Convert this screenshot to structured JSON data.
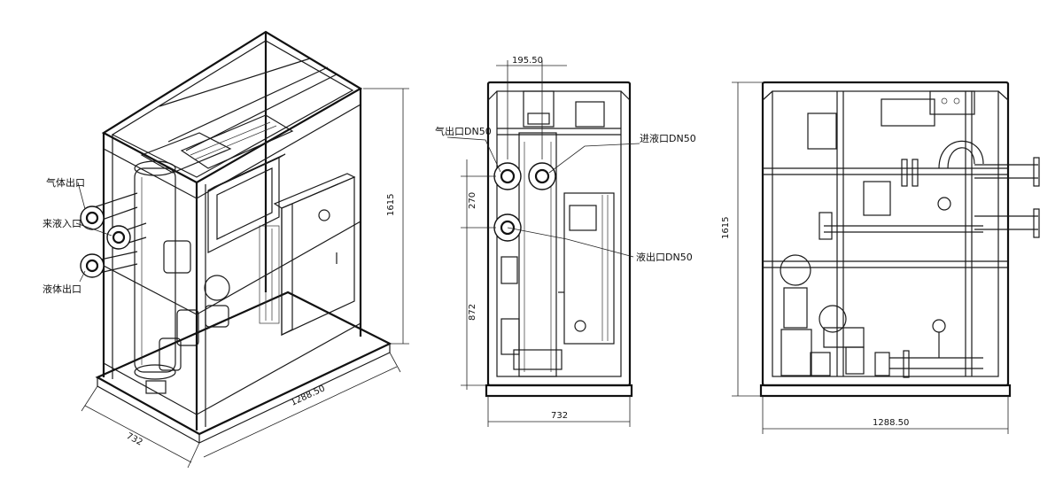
{
  "iso_view": {
    "labels": {
      "gas_outlet": "气体出口",
      "fluid_inlet": "来液入口",
      "liquid_outlet": "液体出口"
    },
    "dims": {
      "depth": "732",
      "width": "1288.50",
      "height": "1615"
    }
  },
  "front_view": {
    "labels": {
      "gas_outlet": "气出口DN50",
      "liquid_inlet": "进液口DN50",
      "liquid_outlet": "液出口DN50"
    },
    "dims": {
      "offset": "195.50",
      "pitch": "270",
      "lower": "872",
      "width": "732"
    }
  },
  "side_view": {
    "dims": {
      "height": "1615",
      "width": "1288.50"
    }
  }
}
